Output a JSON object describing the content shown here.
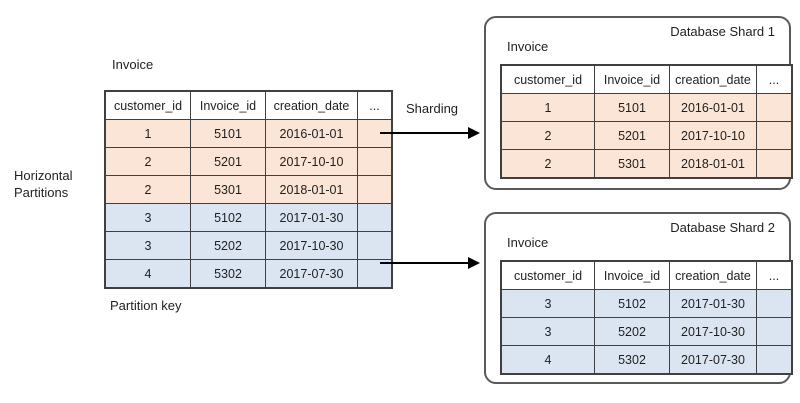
{
  "labels": {
    "horizontal_partitions": "Horizontal Partitions",
    "main_table_name": "Invoice",
    "partition_key": "Partition key",
    "sharding": "Sharding"
  },
  "colors": {
    "partition_orange": "#fbe5d6",
    "partition_blue": "#dbe5f2",
    "table_border": "#404040",
    "panel_border": "#595959",
    "arrow": "#000000"
  },
  "main_table": {
    "headers": [
      "customer_id",
      "Invoice_id",
      "creation_date",
      "..."
    ],
    "rows": [
      {
        "fill": "orange",
        "cells": [
          "1",
          "5101",
          "2016-01-01",
          ""
        ]
      },
      {
        "fill": "orange",
        "cells": [
          "2",
          "5201",
          "2017-10-10",
          ""
        ]
      },
      {
        "fill": "orange",
        "cells": [
          "2",
          "5301",
          "2018-01-01",
          ""
        ]
      },
      {
        "fill": "blue",
        "cells": [
          "3",
          "5102",
          "2017-01-30",
          ""
        ]
      },
      {
        "fill": "blue",
        "cells": [
          "3",
          "5202",
          "2017-10-30",
          ""
        ]
      },
      {
        "fill": "blue",
        "cells": [
          "4",
          "5302",
          "2017-07-30",
          ""
        ]
      }
    ]
  },
  "shards": [
    {
      "title": "Database Shard 1",
      "table_name": "Invoice",
      "table": {
        "headers": [
          "customer_id",
          "Invoice_id",
          "creation_date",
          "..."
        ],
        "rows": [
          {
            "fill": "orange",
            "cells": [
              "1",
              "5101",
              "2016-01-01",
              ""
            ]
          },
          {
            "fill": "orange",
            "cells": [
              "2",
              "5201",
              "2017-10-10",
              ""
            ]
          },
          {
            "fill": "orange",
            "cells": [
              "2",
              "5301",
              "2018-01-01",
              ""
            ]
          }
        ]
      }
    },
    {
      "title": "Database Shard 2",
      "table_name": "Invoice",
      "table": {
        "headers": [
          "customer_id",
          "Invoice_id",
          "creation_date",
          "..."
        ],
        "rows": [
          {
            "fill": "blue",
            "cells": [
              "3",
              "5102",
              "2017-01-30",
              ""
            ]
          },
          {
            "fill": "blue",
            "cells": [
              "3",
              "5202",
              "2017-10-30",
              ""
            ]
          },
          {
            "fill": "blue",
            "cells": [
              "4",
              "5302",
              "2017-07-30",
              ""
            ]
          }
        ]
      }
    }
  ]
}
